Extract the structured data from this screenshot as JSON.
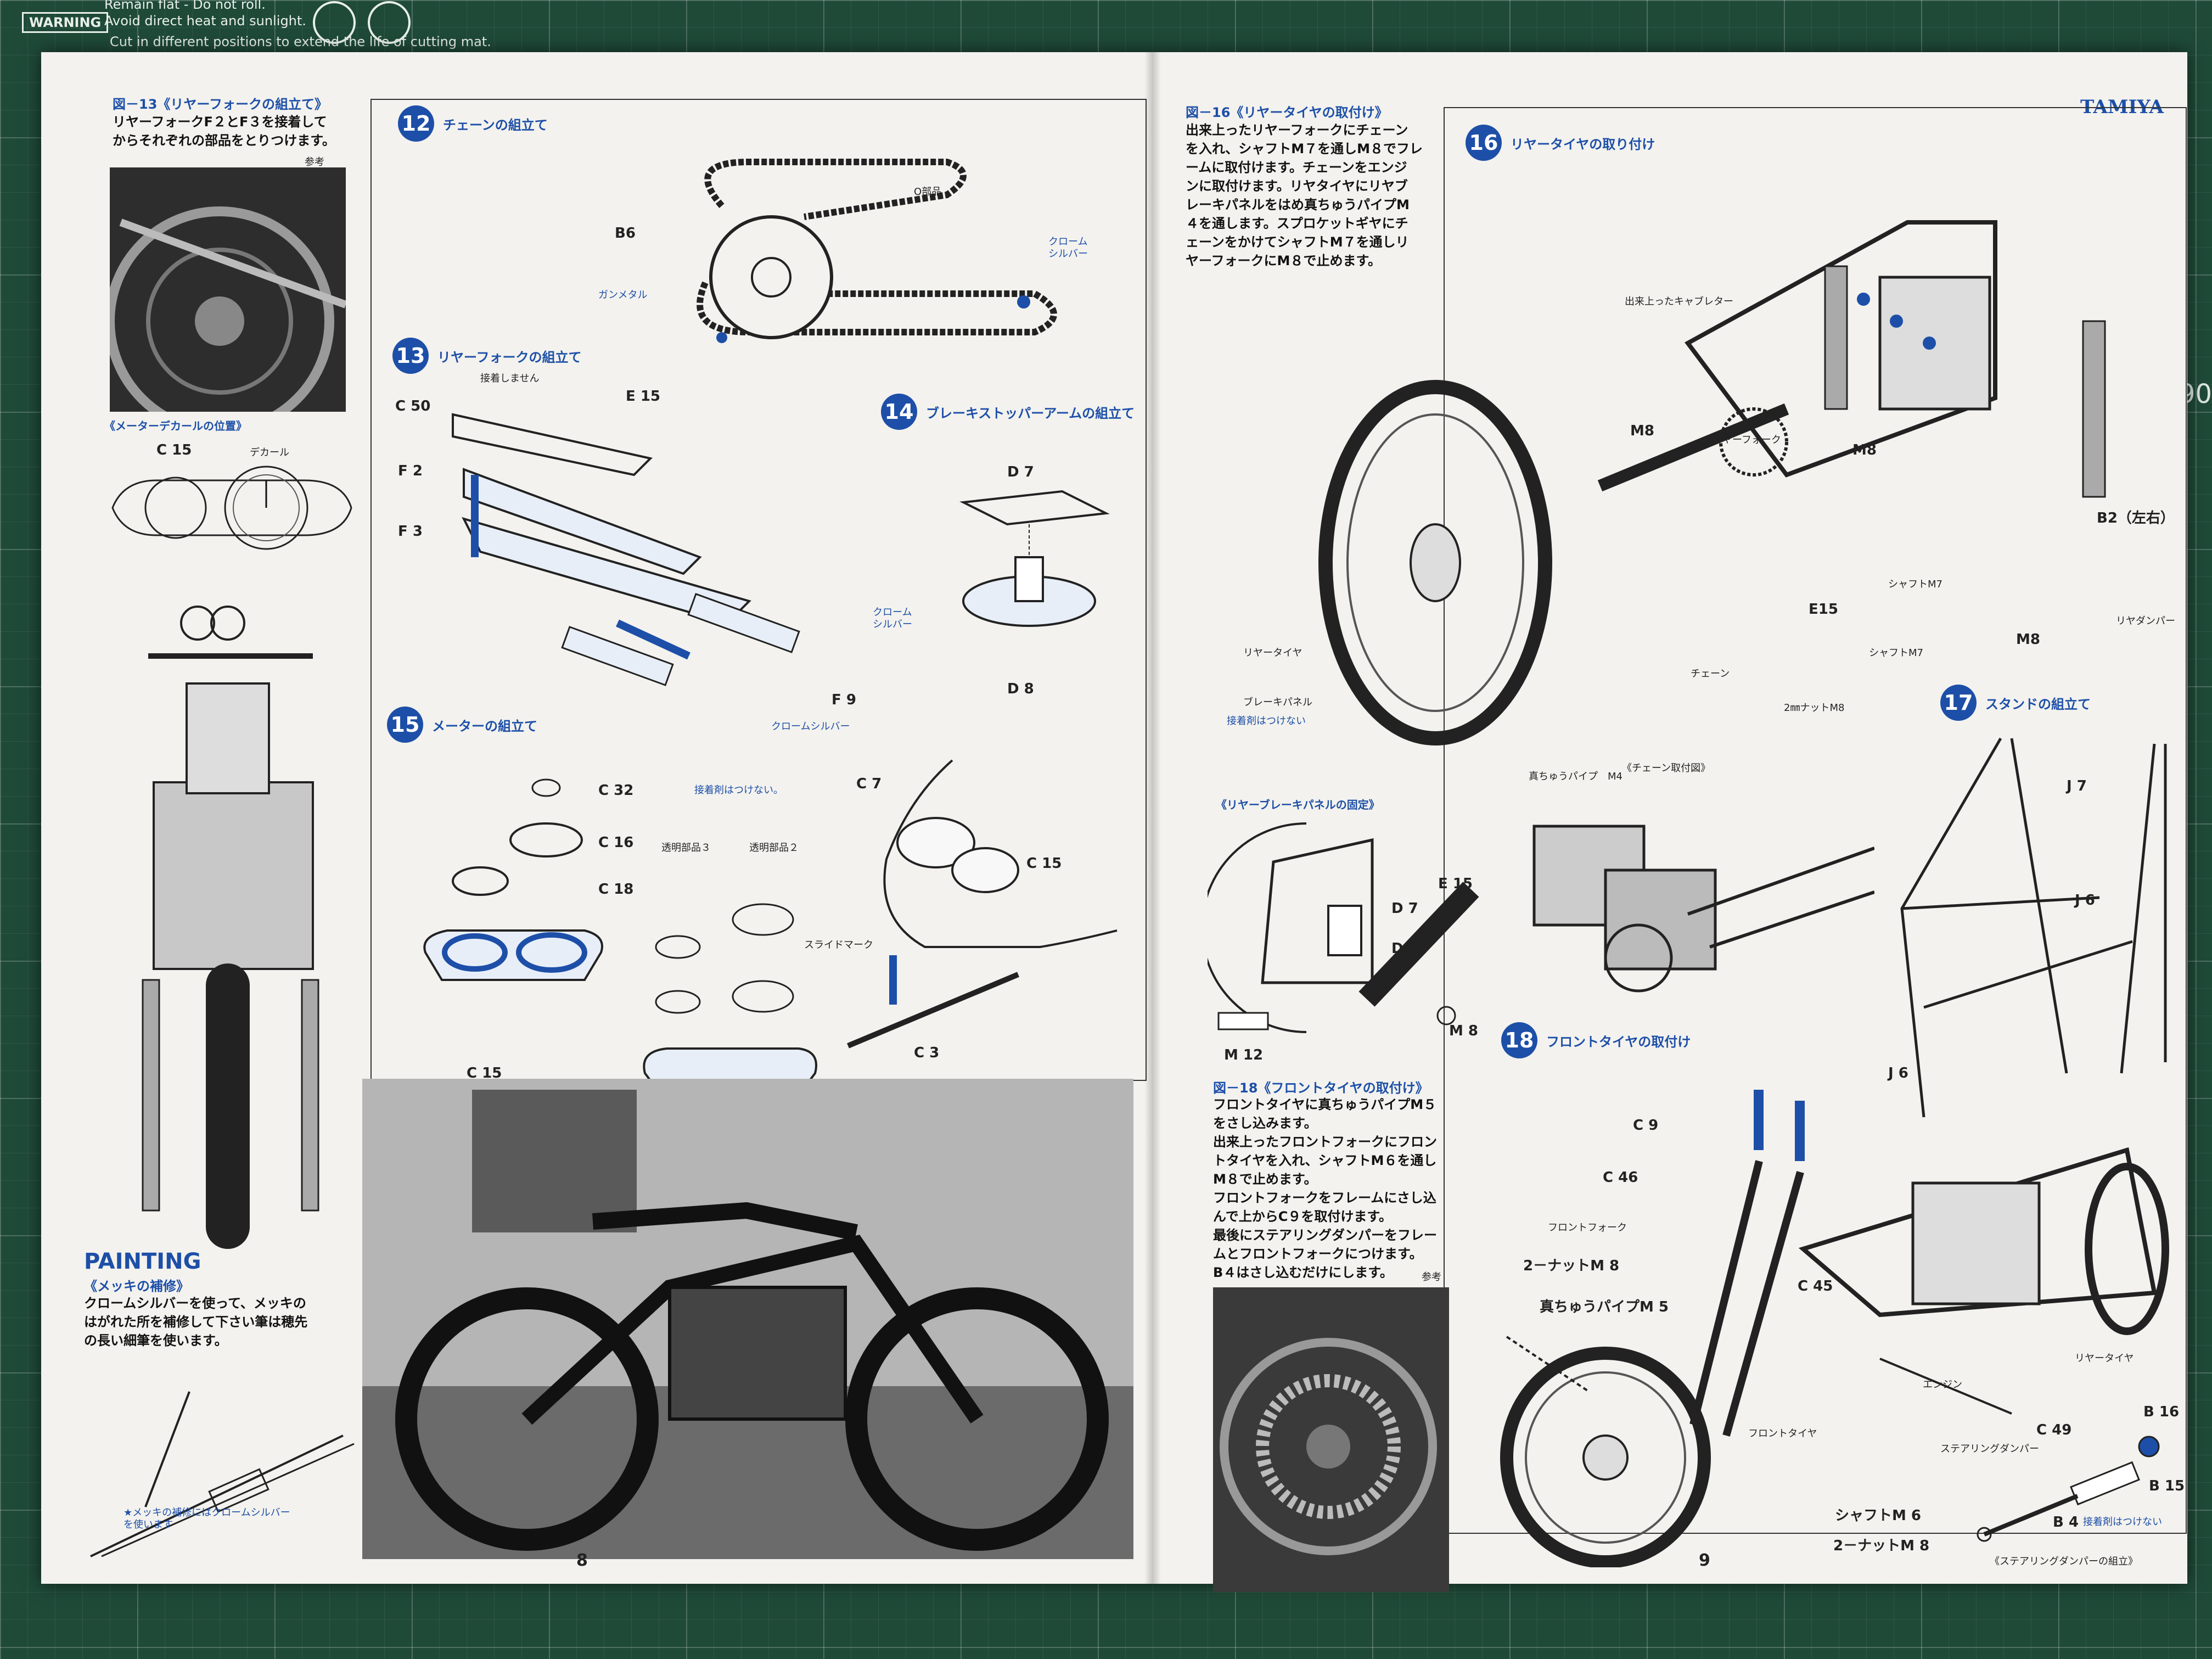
{
  "mat": {
    "warning_badge": "WARNING",
    "lines": [
      "Remain flat - Do not roll.",
      "Avoid direct heat and sunlight.",
      "Cut in different positions to extend the life of cutting mat."
    ],
    "edge_number": "90"
  },
  "left_page": {
    "fig13": {
      "caption": "図－13《リヤーフォークの組立て》",
      "text": "リヤーフォークF２とF３を接着して\nからそれぞれの部品をとりつけます。",
      "ref": "参考"
    },
    "meter_caption": "《メーターデカールの位置》",
    "meter_labels": {
      "c15": "C 15",
      "decal": "デカール"
    },
    "step12": {
      "num": "12",
      "title": "チェーンの組立て",
      "labels": {
        "o_parts": "O部品",
        "b6": "B6",
        "chrome": "クローム\nシルバー",
        "gunmetal": "ガンメタル"
      }
    },
    "step13": {
      "num": "13",
      "title": "リヤーフォークの組立て",
      "labels": {
        "no_glue": "接着しません",
        "c50": "C 50",
        "e15": "E 15",
        "f2": "F 2",
        "f3": "F 3",
        "f9": "F 9",
        "chrome": "クローム\nシルバー",
        "chrome2": "クロームシルバー"
      }
    },
    "step14": {
      "num": "14",
      "title": "ブレーキストッパーアームの組立て",
      "labels": {
        "d7": "D 7",
        "d8": "D 8"
      }
    },
    "step15": {
      "num": "15",
      "title": "メーターの組立て",
      "labels": {
        "c32": "C 32",
        "c16": "C 16",
        "c18": "C 18",
        "c15": "C 15",
        "no_glue": "接着剤はつけない。",
        "clear3": "透明部品３",
        "clear2": "透明部品２",
        "c7": "C 7",
        "c15b": "C 15",
        "slide": "スライドマーク",
        "c3": "C 3"
      }
    },
    "painting": {
      "title": "PAINTING",
      "subtitle": "《メッキの補修》",
      "text": "クロームシルバーを使って、メッキの\nはがれた所を補修して下さい筆は穂先\nの長い細筆を使います。",
      "note": "★メッキの補修にはクロームシルバー\nを使います"
    },
    "page_number": "8"
  },
  "right_page": {
    "brand": "TAMIYA",
    "fig16": {
      "caption": "図－16《リヤータイヤの取付け》",
      "text": "出来上ったリヤーフォークにチェーン\nを入れ、シャフトM７を通しM８でフレ\nームに取付けます。チェーンをエンジ\nンに取付けます。リヤタイヤにリヤブ\nレーキパネルをはめ真ちゅうパイプM\n４を通します。スプロケットギヤにチ\nェーンをかけてシャフトM７を通しリ\nヤーフォークにM８で止めます。"
    },
    "step16": {
      "num": "16",
      "title": "リヤータイヤの取り付け",
      "labels": {
        "carb": "出来上ったキャブレター",
        "m8a": "M8",
        "rear_fork": "リヤーフォーク",
        "m8b": "M8",
        "b2": "B2（左右）",
        "shaft_m7": "シャフトM7",
        "e15": "E15",
        "m8c": "M8",
        "rear_damper": "リヤダンパー",
        "shaft_m7b": "シャフトM7",
        "rear_tire": "リヤータイヤ",
        "brake_panel": "ブレーキパネル",
        "no_glue": "接着剤はつけない",
        "chain": "チェーン",
        "nut_m8": "2㎜ナットM8",
        "pipe_m4": "真ちゅうパイプ　M4",
        "chain_fig": "《チェーン取付図》"
      }
    },
    "brake_caption": "《リヤーブレーキパネルの固定》",
    "brake_labels": {
      "e15": "E 15",
      "d7": "D 7",
      "d8": "D 8",
      "m8": "M 8",
      "m12": "M 12"
    },
    "fig18": {
      "caption": "図－18《フロントタイヤの取付け》",
      "text": "フロントタイヤに真ちゅうパイプM５\nをさし込みます。\n出来上ったフロントフォークにフロン\nトタイヤを入れ、シャフトM６を通し\nM８で止めます。\nフロントフォークをフレームにさし込\nんで上からC９を取付けます。\n最後にステアリングダンパーをフレー\nムとフロントフォークにつけます。\nB４はさし込むだけにします。",
      "ref": "参考"
    },
    "step17": {
      "num": "17",
      "title": "スタンドの組立て",
      "labels": {
        "j7": "J 7",
        "j6": "J 6",
        "j6b": "J 6"
      }
    },
    "step18": {
      "num": "18",
      "title": "フロントタイヤの取付け",
      "labels": {
        "c9": "C 9",
        "c46": "C 46",
        "front_fork": "フロントフォーク",
        "nut_m8": "2－ナットM 8",
        "pipe_m5": "真ちゅうパイプM 5",
        "c45": "C 45",
        "rear_tire": "リヤータイヤ",
        "engine": "エンジン",
        "front_tire": "フロントタイヤ",
        "c49": "C 49",
        "steering_damper": "ステアリングダンパー",
        "shaft_m6": "シャフトM 6",
        "nut_m8b": "2－ナットM 8",
        "b16": "B 16",
        "b15": "B 15",
        "b4": "B 4",
        "b4_note": "接着剤はつけない",
        "damper_caption": "《ステアリングダンパーの組立》"
      }
    },
    "page_number": "9"
  }
}
